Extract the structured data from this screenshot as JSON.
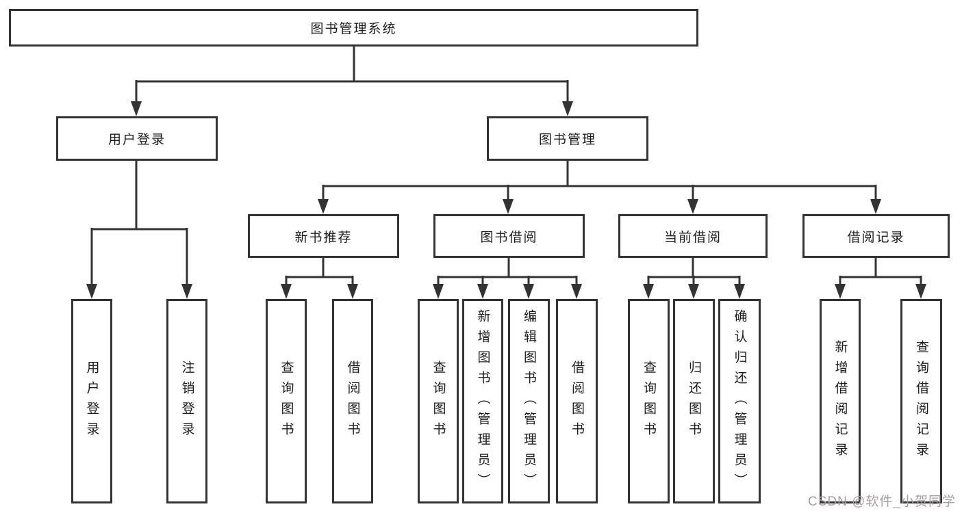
{
  "tree": {
    "label": "图书管理系统",
    "children": [
      {
        "label": "用户登录",
        "children": [
          {
            "label": "用户登录"
          },
          {
            "label": "注销登录"
          }
        ]
      },
      {
        "label": "图书管理",
        "children": [
          {
            "label": "新书推荐",
            "children": [
              {
                "label": "查询图书"
              },
              {
                "label": "借阅图书"
              }
            ]
          },
          {
            "label": "图书借阅",
            "children": [
              {
                "label": "查询图书"
              },
              {
                "label": "新增图书（管理员）"
              },
              {
                "label": "编辑图书（管理员）"
              },
              {
                "label": "借阅图书"
              }
            ]
          },
          {
            "label": "当前借阅",
            "children": [
              {
                "label": "查询图书"
              },
              {
                "label": "归还图书"
              },
              {
                "label": "确认归还（管理员）"
              }
            ]
          },
          {
            "label": "借阅记录",
            "children": [
              {
                "label": "新增借阅记录"
              },
              {
                "label": "查询借阅记录"
              }
            ]
          }
        ]
      }
    ]
  },
  "watermark": {
    "text": "CSDN @软件_小贺同学"
  },
  "colors": {
    "line": "#333333",
    "box_border": "#333333",
    "text": "#1c1c1c",
    "watermark": "#a89e9e",
    "background": "#ffffff"
  }
}
